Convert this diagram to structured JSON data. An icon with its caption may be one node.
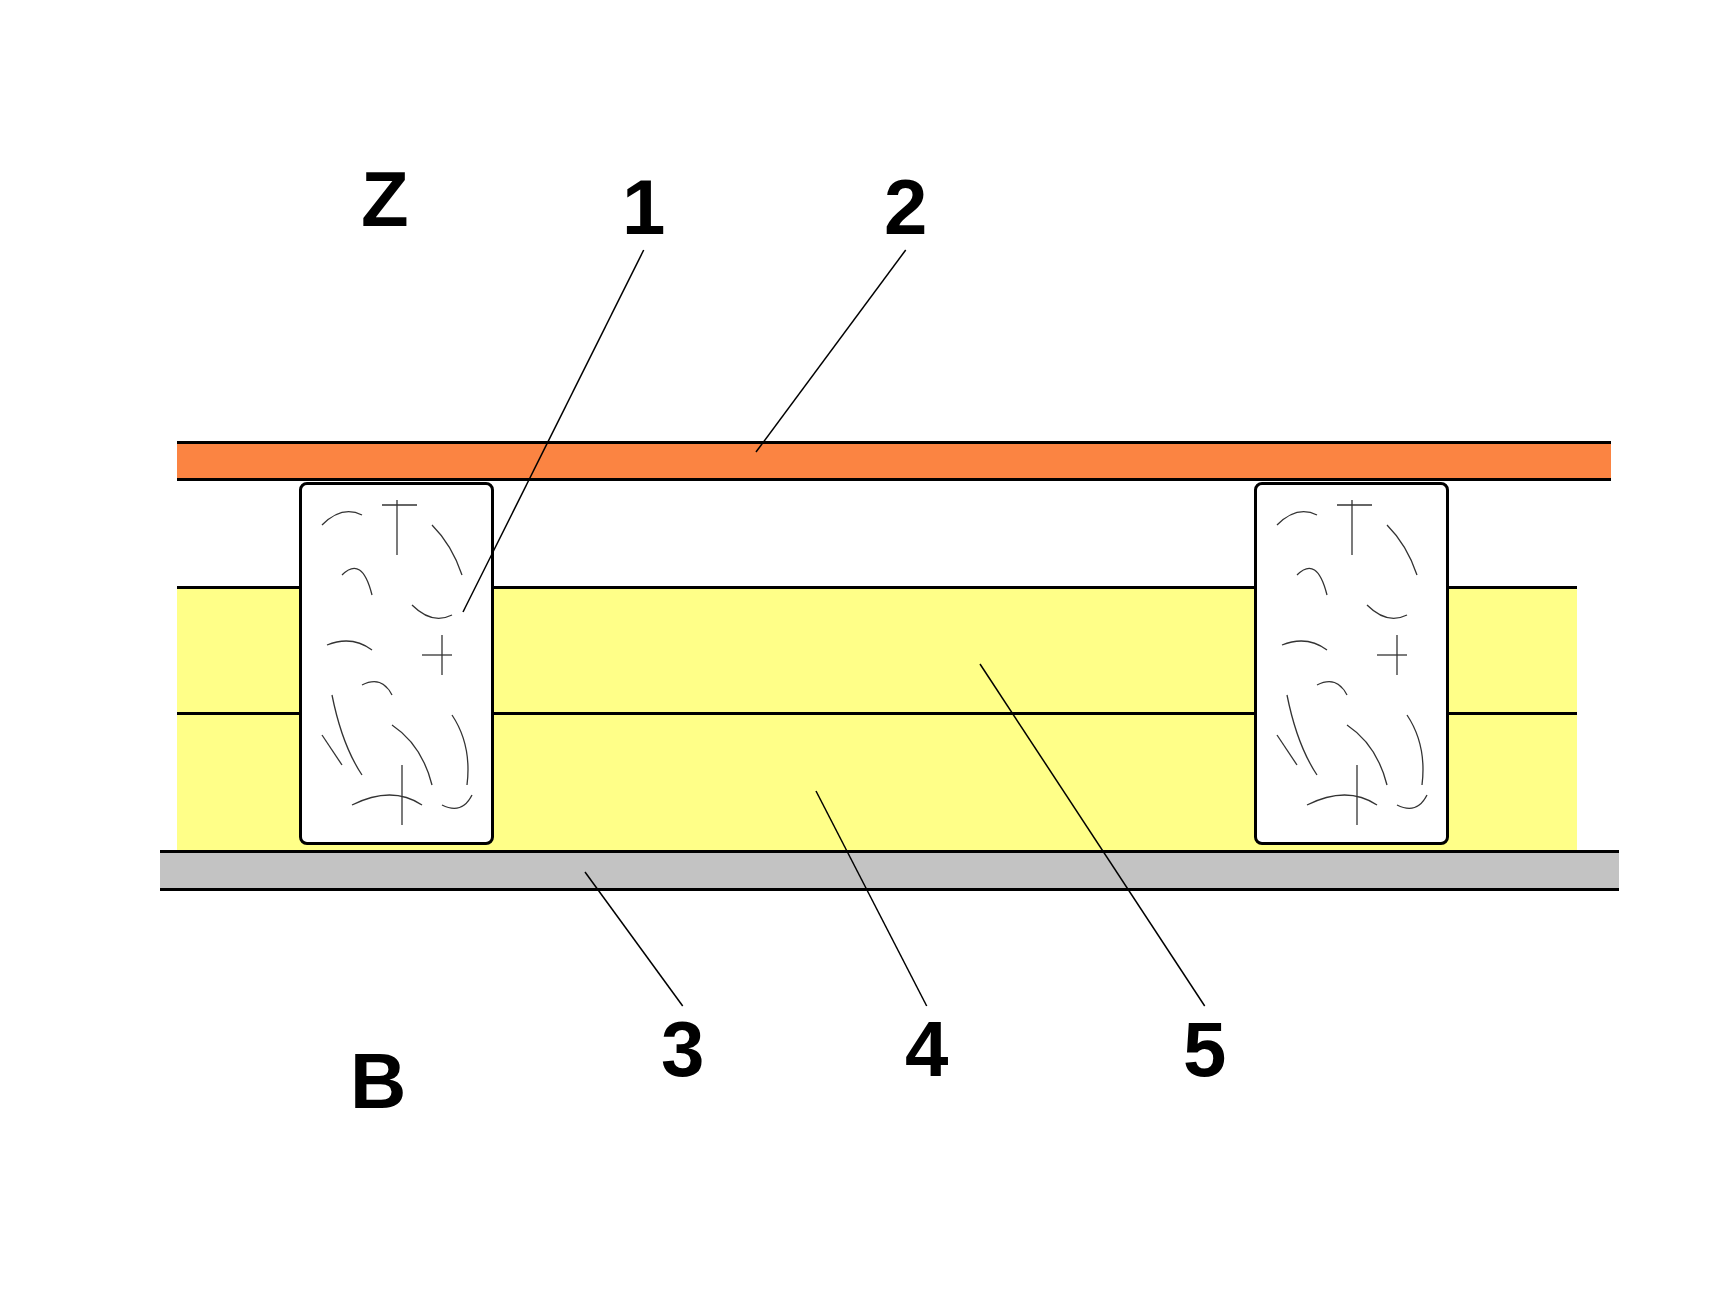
{
  "diagram": {
    "nodes": [
      {
        "text": [
          "1"
        ]
      },
      {
        "text": [
          "2"
        ]
      },
      {
        "text": [
          "3"
        ]
      },
      {
        "text": [
          "4"
        ]
      },
      {
        "text": [
          "5"
        ]
      },
      {
        "text": [],
        "shape": "bar"
      },
      {
        "text": [],
        "shape": "box"
      },
      {
        "text": [],
        "shape": "box"
      },
      {
        "text": [],
        "shape": "box"
      },
      {
        "text": [],
        "shape": "box"
      },
      {
        "text": [],
        "shape": "bar"
      }
    ],
    "edges": [
      {
        "from": 0,
        "to": 6,
        "arrow": "none"
      },
      {
        "from": 1,
        "to": 5,
        "arrow": "none"
      },
      {
        "from": 2,
        "to": 10,
        "arrow": "none"
      },
      {
        "from": 3,
        "to": 9,
        "arrow": "none"
      },
      {
        "from": 4,
        "to": 8,
        "arrow": "none"
      }
    ],
    "labels": [
      "Z",
      "B"
    ]
  }
}
